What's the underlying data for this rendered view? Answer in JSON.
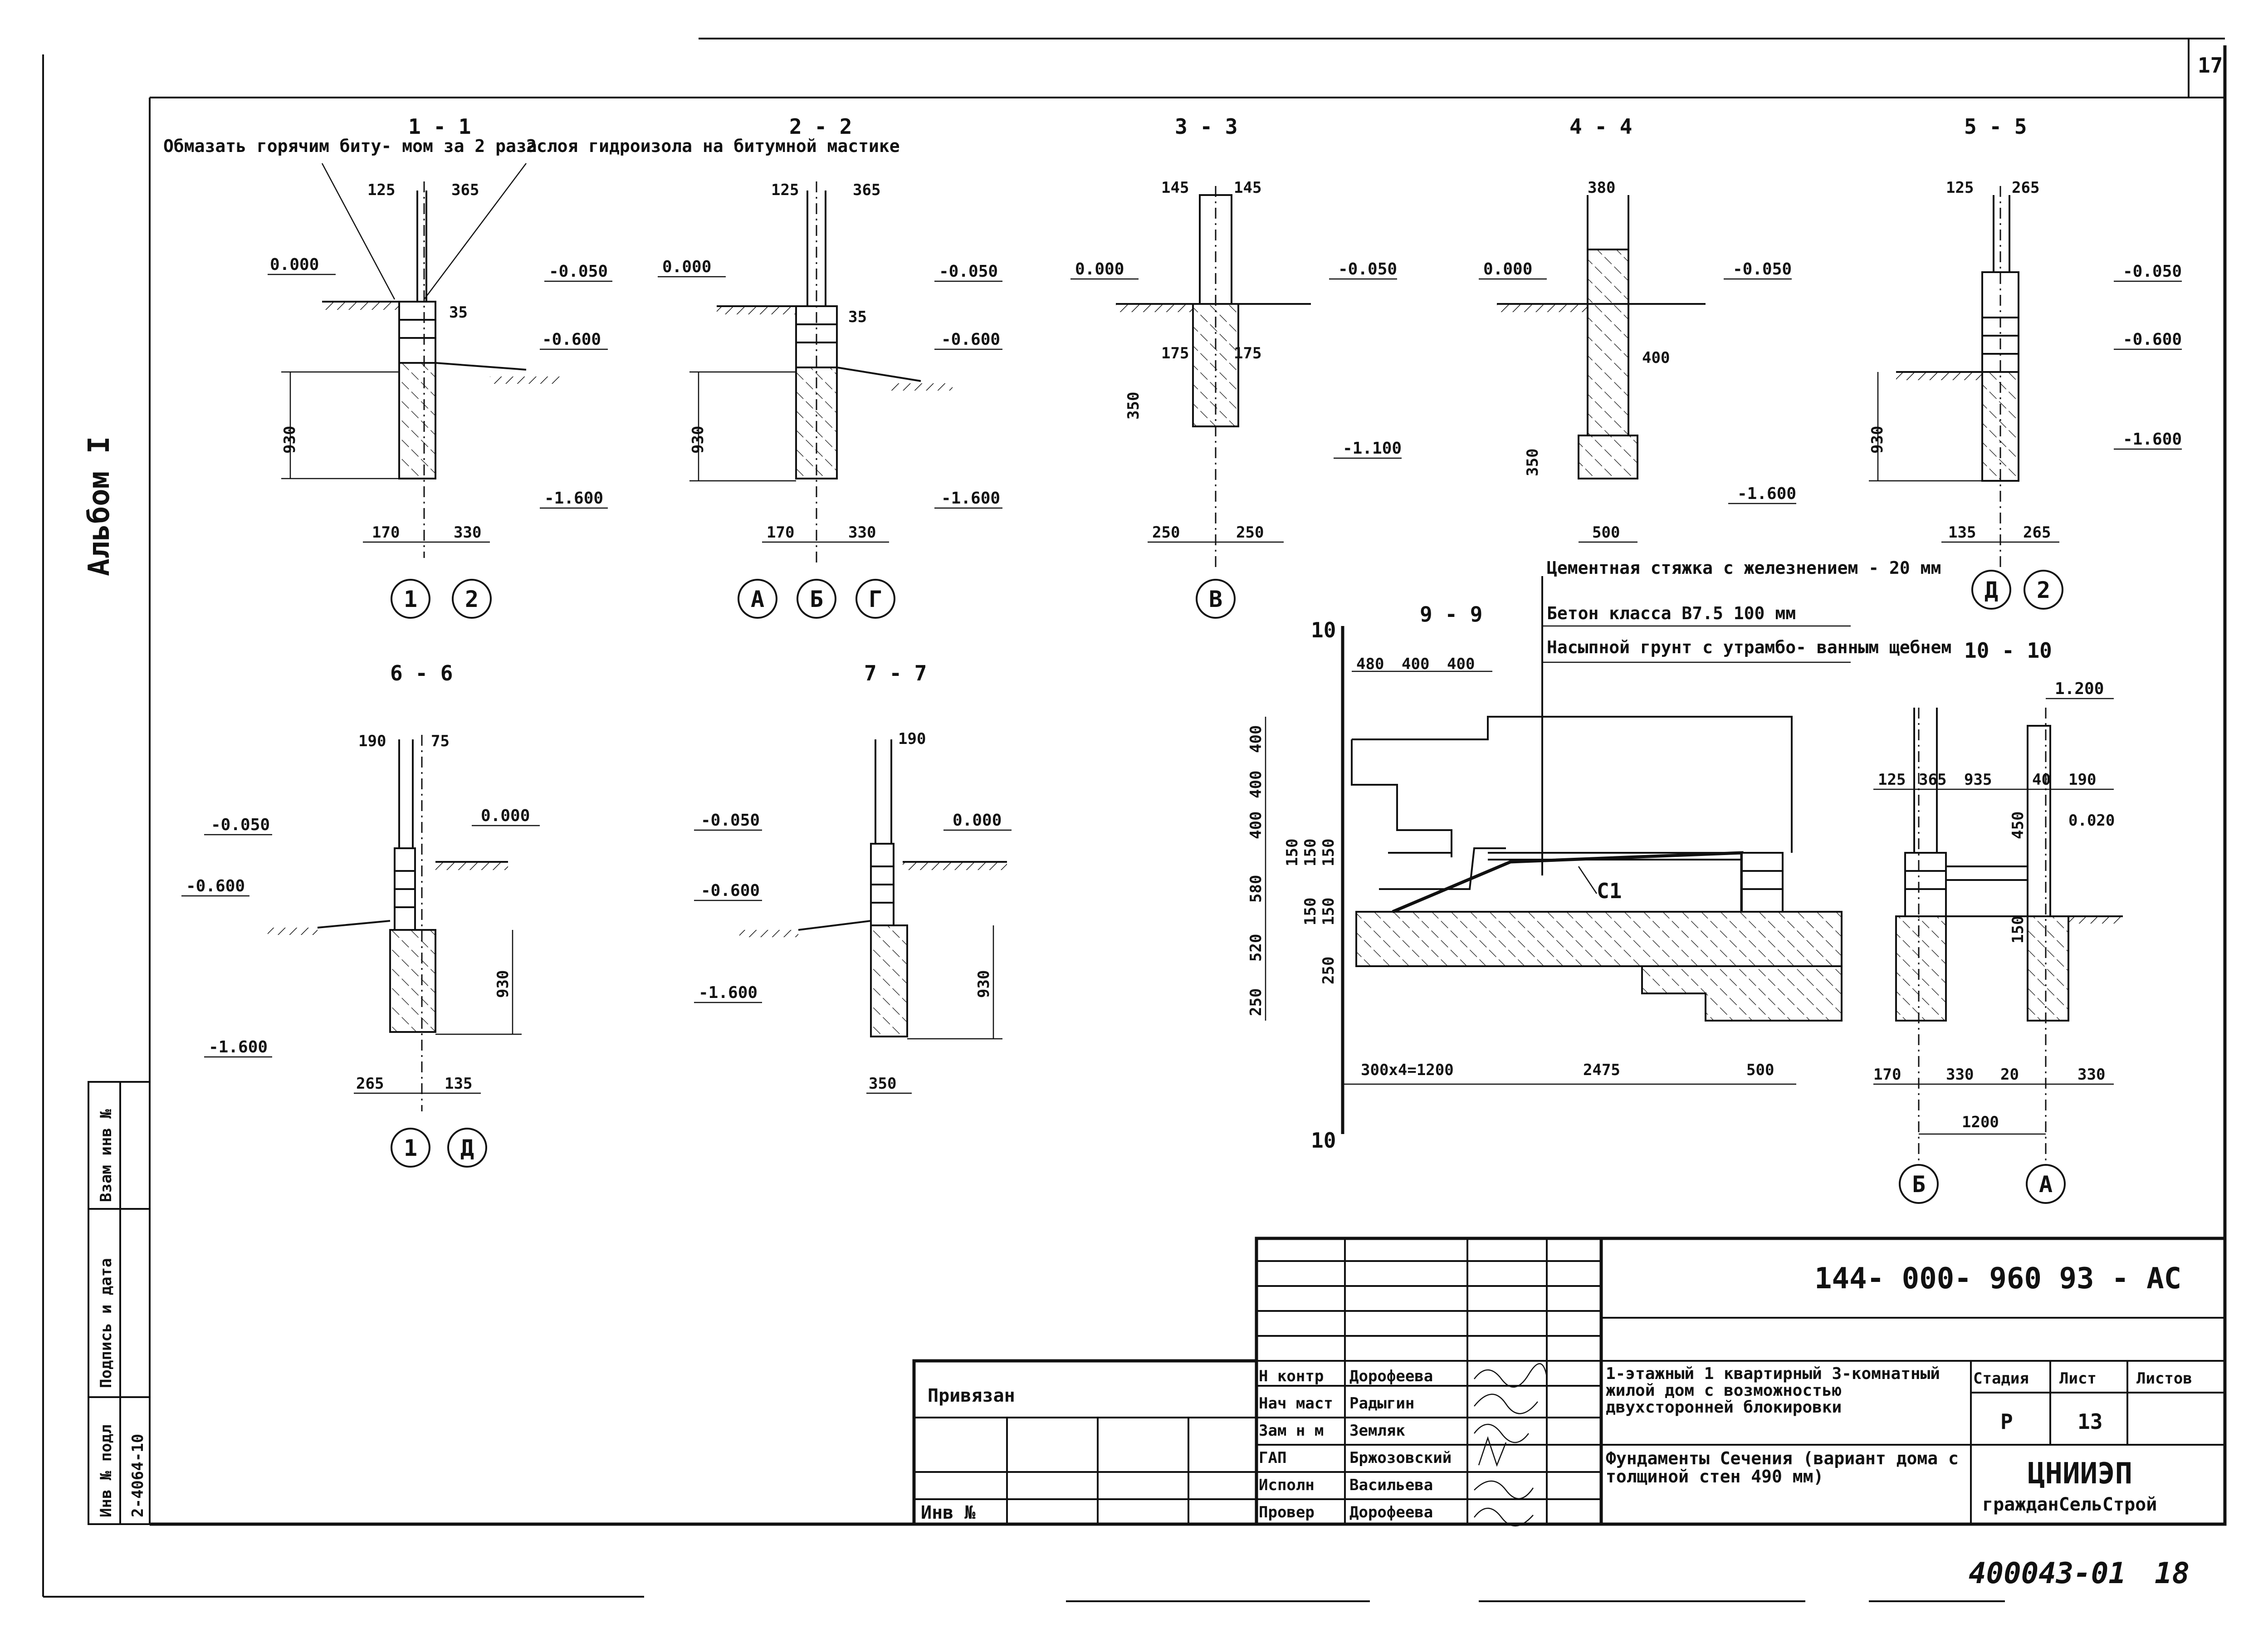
{
  "sheet_corner": "17",
  "album_label": "Альбом I",
  "sections": [
    {
      "title": "1 - 1",
      "notes": [
        "Обмазать горячим биту- мом за 2 раза",
        "2слоя гидроизола на битумной мастике"
      ],
      "dims_top": [
        "125",
        "365"
      ],
      "dims_bottom": [
        "170",
        "330"
      ],
      "levels": [
        "0.000",
        "-0.050",
        "-0.600",
        "-1.600"
      ],
      "vertical": [
        "930",
        "35"
      ],
      "axes": [
        "1",
        "2"
      ]
    },
    {
      "title": "2 - 2",
      "dims_top": [
        "125",
        "365"
      ],
      "dims_bottom": [
        "170",
        "330"
      ],
      "levels": [
        "0.000",
        "-0.050",
        "-0.600",
        "-1.600"
      ],
      "vertical": [
        "930",
        "35"
      ],
      "axes": [
        "А",
        "Б",
        "Г"
      ]
    },
    {
      "title": "3 - 3",
      "dims_top": [
        "145",
        "145"
      ],
      "dims_mid": [
        "175",
        "175"
      ],
      "dims_bottom": [
        "250",
        "250"
      ],
      "levels": [
        "0.000",
        "-0.050",
        "-1.100"
      ],
      "vertical": [
        "350"
      ],
      "axes": [
        "В"
      ]
    },
    {
      "title": "4 - 4",
      "dims_top": [
        "380"
      ],
      "dims_mid": [
        "400"
      ],
      "dims_bottom": [
        "500"
      ],
      "levels": [
        "0.000",
        "-0.050",
        "-1.600"
      ],
      "vertical": [
        "350"
      ],
      "axes": []
    },
    {
      "title": "5 - 5",
      "dims_top": [
        "125",
        "265"
      ],
      "dims_bottom": [
        "135",
        "265"
      ],
      "levels": [
        "-0.050",
        "-0.600",
        "-1.600"
      ],
      "vertical": [
        "930"
      ],
      "axes": [
        "Д",
        "2"
      ]
    },
    {
      "title": "6 - 6",
      "dims_top": [
        "190",
        "75"
      ],
      "dims_bottom": [
        "265",
        "135"
      ],
      "levels": [
        "-0.050",
        "0.000",
        "-0.600",
        "-1.600"
      ],
      "vertical": [
        "930"
      ],
      "axes": [
        "1",
        "Д"
      ]
    },
    {
      "title": "7 - 7",
      "dims_top": [
        "190"
      ],
      "dims_bottom": [
        "350"
      ],
      "levels": [
        "-0.050",
        "0.000",
        "-0.600",
        "-1.600"
      ],
      "vertical": [
        "930"
      ],
      "axes": []
    },
    {
      "title": "9 - 9",
      "dims_top": [
        "480",
        "400",
        "400"
      ],
      "dims_bottom": [
        "300x4=1200",
        "2475",
        "500"
      ],
      "vertical": [
        "400",
        "400",
        "400",
        "580",
        "520",
        "250",
        "150",
        "150",
        "150",
        "150",
        "150",
        "250"
      ],
      "callout": "С1",
      "section_mark": "10"
    },
    {
      "title": "10 - 10",
      "dims_top": [
        "125",
        "365",
        "935",
        "40",
        "190"
      ],
      "dims_bottom": [
        "170",
        "330",
        "20",
        "330"
      ],
      "overall": "1200",
      "levels": [
        "1.200",
        "0.020"
      ],
      "vertical": [
        "450",
        "150"
      ],
      "axes": [
        "Б",
        "А"
      ]
    }
  ],
  "notes_9_9": [
    "Цементная стяжка с железнением - 20 мм",
    "Бетон класса В7.5 100 мм",
    "Насыпной грунт с утрамбо- ванным щебнем"
  ],
  "title_block": {
    "doc_code": "144- 000- 960 93 - АС",
    "privyazan": "Привязан",
    "inv_no": "Инв №",
    "roles": [
      {
        "role": "Н контр",
        "name": "Дорофеева"
      },
      {
        "role": "Нач маст",
        "name": "Радыгин"
      },
      {
        "role": "Зам н м",
        "name": "Земляк"
      },
      {
        "role": "ГАП",
        "name": "Бржозовский"
      },
      {
        "role": "Исполн",
        "name": "Васильева"
      },
      {
        "role": "Провер",
        "name": "Дорофеева"
      }
    ],
    "project_title": "1-этажный 1 квартирный 3-комнатный жилой дом с возможностью двухсторонней блокировки",
    "sheet_title": "Фундаменты Сечения (вариант дома с толщиной стен 490 мм)",
    "stage_header": "Стадия",
    "sheet_header": "Лист",
    "sheets_header": "Листов",
    "stage": "Р",
    "sheet": "13",
    "org_name": "ЦНИИЭП",
    "org_sub": "гражданСельСтрой",
    "side_inv": "Инв № подл",
    "side_sign": "Подпись и дата",
    "side_vzam": "Взам инв №",
    "side_num": "2-4064-10"
  },
  "footer_code": "400043-01",
  "footer_num": "18"
}
